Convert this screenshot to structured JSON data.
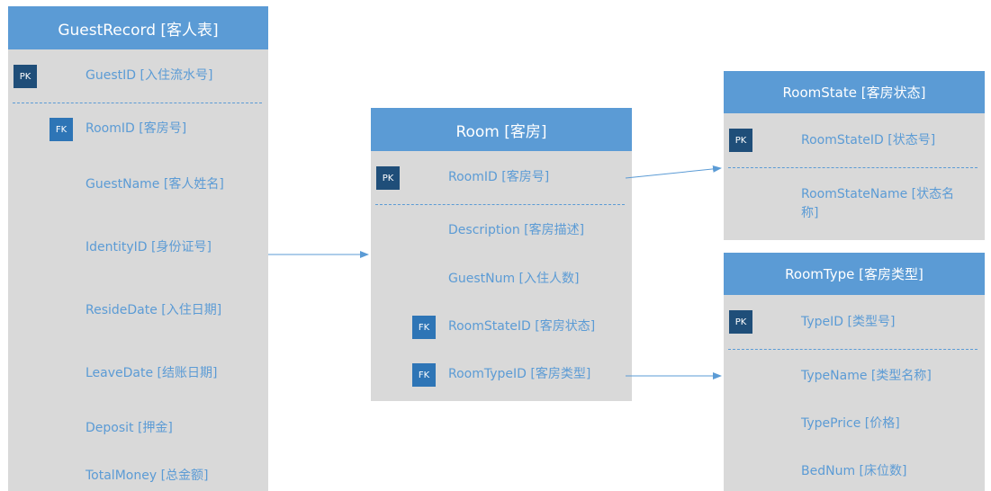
{
  "diagram": {
    "guest": {
      "title": "GuestRecord [客人表]",
      "pk_badge": "PK",
      "pk_field": "GuestID [入住流水号]",
      "fk_badge": "FK",
      "fk_field": "RoomID [客房号]",
      "fields": [
        "GuestName [客人姓名]",
        "IdentityID [身份证号]",
        "ResideDate [入住日期]",
        "LeaveDate [结账日期]",
        "Deposit [押金]",
        "TotalMoney [总金额]"
      ]
    },
    "room": {
      "title": "Room [客房]",
      "pk_badge": "PK",
      "pk_field": "RoomID [客房号]",
      "fields": [
        "Description [客房描述]",
        "GuestNum [入住人数]"
      ],
      "fk_badge": "FK",
      "fk_state_field": "RoomStateID [客房状态]",
      "fk_type_field": "RoomTypeID [客房类型]"
    },
    "roomstate": {
      "title": "RoomState [客房状态]",
      "pk_badge": "PK",
      "pk_field": "RoomStateID [状态号]",
      "fields": [
        "RoomStateName [状态名称]"
      ]
    },
    "roomtype": {
      "title": "RoomType [客房类型]",
      "pk_badge": "PK",
      "pk_field": "TypeID [类型号]",
      "fields": [
        "TypeName [类型名称]",
        "TypePrice [价格]",
        "BedNum [床位数]"
      ]
    },
    "colors": {
      "header": "#5b9bd5",
      "body": "#d9d9d9",
      "field_text": "#5b9bd5",
      "pk_badge": "#1f4e79",
      "fk_badge": "#2e75b6",
      "connector": "#5b9bd5"
    }
  }
}
